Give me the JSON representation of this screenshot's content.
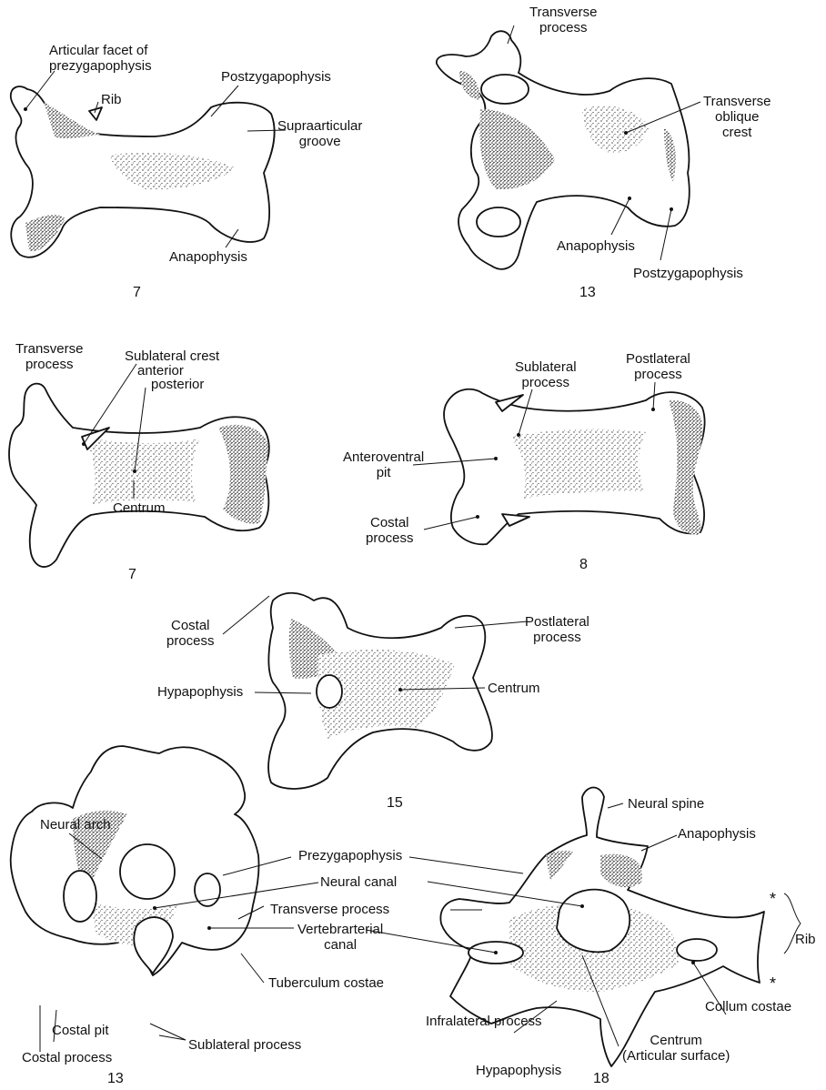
{
  "figures": {
    "fig_a": {
      "number": "7",
      "labels": {
        "articular_facet": "Articular facet of\nprezygapophysis",
        "rib": "Rib",
        "postzygapophysis": "Postzygapophysis",
        "supraarticular_groove": "Supraarticular\ngroove",
        "anapophysis": "Anapophysis"
      }
    },
    "fig_b": {
      "number": "13",
      "labels": {
        "transverse_process": "Transverse\nprocess",
        "transverse_oblique_crest": "Transverse\noblique\ncrest",
        "anapophysis": "Anapophysis",
        "postzygapophysis": "Postzygapophysis"
      }
    },
    "fig_c": {
      "number": "7",
      "labels": {
        "transverse_process": "Transverse\nprocess",
        "sublateral_crest": "Sublateral crest",
        "anterior": "anterior",
        "posterior": "posterior",
        "centrum": "Centrum"
      }
    },
    "fig_d": {
      "number": "8",
      "labels": {
        "sublateral_process": "Sublateral\nprocess",
        "postlateral_process": "Postlateral\nprocess",
        "anteroventral_pit": "Anteroventral\npit",
        "costal_process": "Costal\nprocess"
      }
    },
    "fig_e": {
      "number": "15",
      "labels": {
        "costal_process": "Costal\nprocess",
        "postlateral_process": "Postlateral\nprocess",
        "hypapophysis": "Hypapophysis",
        "centrum": "Centrum"
      }
    },
    "fig_f": {
      "number": "13",
      "labels": {
        "neural_arch": "Neural arch",
        "costal_pit": "Costal pit",
        "costal_process": "Costal process",
        "sublateral_process": "Sublateral process",
        "tuberculum_costae": "Tuberculum costae"
      }
    },
    "fig_g": {
      "number": "18",
      "labels": {
        "neural_spine": "Neural spine",
        "anapophysis": "Anapophysis",
        "rib": "Rib",
        "collum_costae": "Collum costae",
        "infralateral_process": "Infralateral process",
        "hypapophysis": "Hypapophysis",
        "centrum_articular": "Centrum\n(Articular surface)",
        "asterisk_top": "*",
        "asterisk_bottom": "*"
      }
    },
    "shared": {
      "prezygapophysis": "Prezygapophysis",
      "neural_canal": "Neural canal",
      "transverse_process": "Transverse process",
      "vertebrarterial_canal": "Vertebrarterial\ncanal"
    }
  }
}
